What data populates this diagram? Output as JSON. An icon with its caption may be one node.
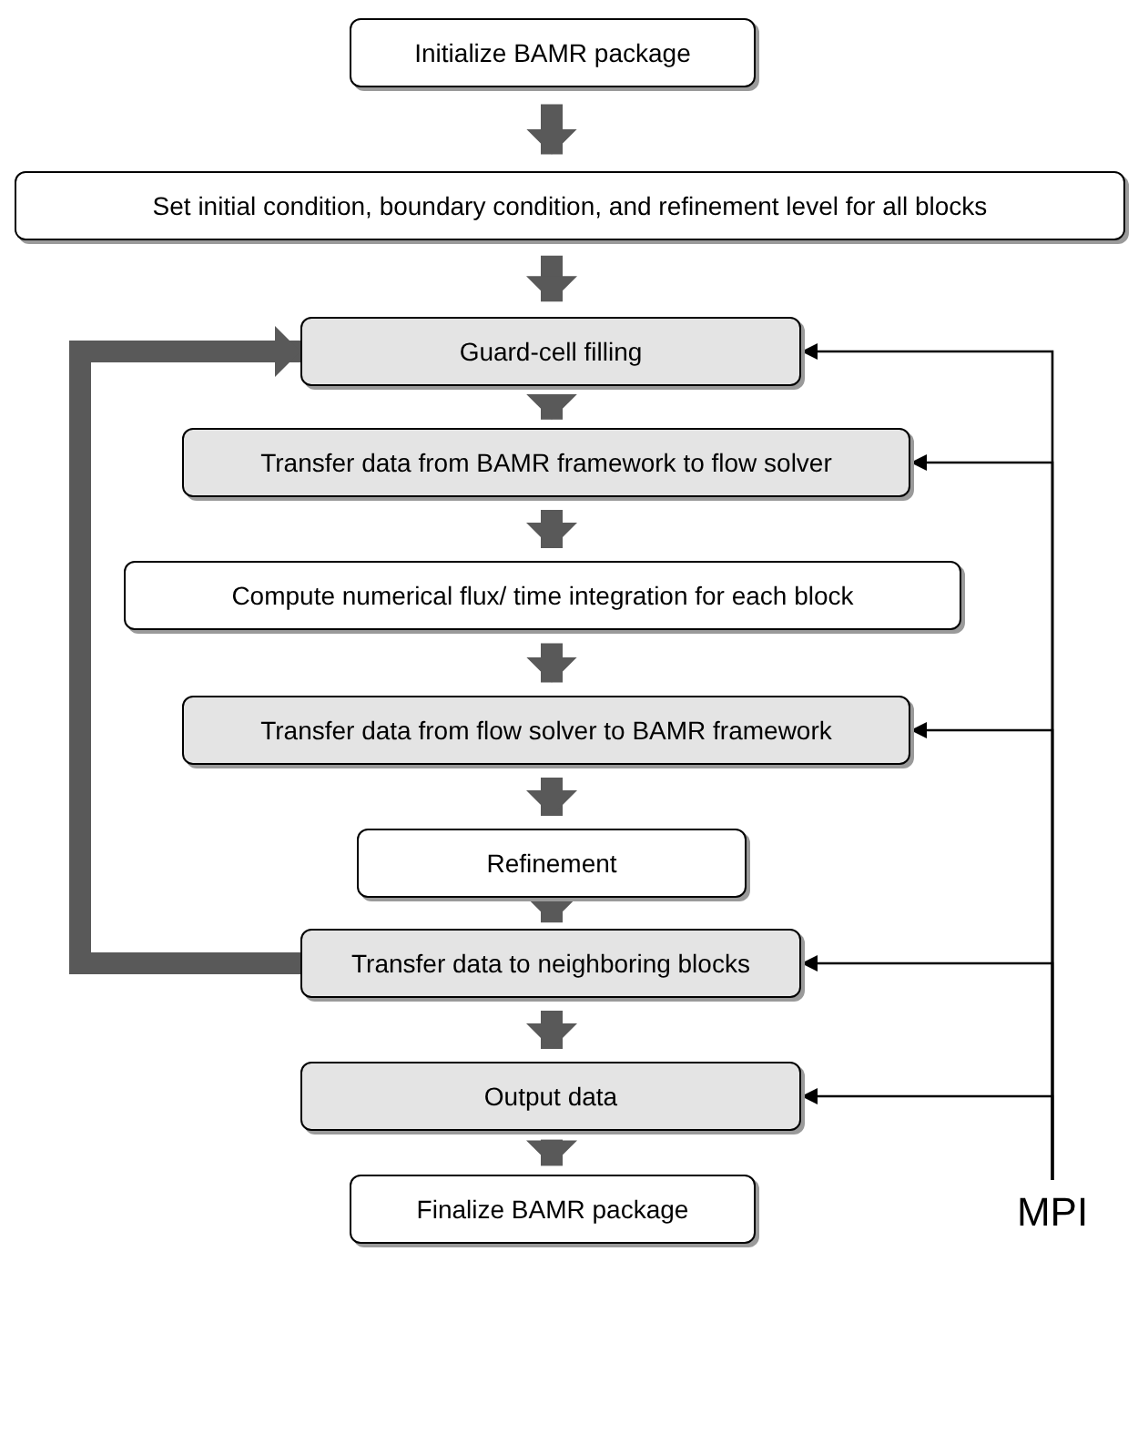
{
  "diagram": {
    "nodes": [
      {
        "text": [
          "Initialize BAMR package"
        ]
      },
      {
        "text": [
          "Set initial condition, boundary condition, and refinement level for all blocks"
        ]
      },
      {
        "text": [
          "Guard-cell filling"
        ]
      },
      {
        "text": [
          "Transfer data from BAMR framework to flow solver"
        ]
      },
      {
        "text": [
          "Compute numerical flux/ time integration for each block"
        ]
      },
      {
        "text": [
          "Transfer data from flow solver to BAMR framework"
        ]
      },
      {
        "text": [
          "Refinement"
        ]
      },
      {
        "text": [
          "Transfer data to neighboring blocks"
        ]
      },
      {
        "text": [
          "Output data"
        ]
      },
      {
        "text": [
          "Finalize BAMR package"
        ]
      },
      {
        "text": [
          "MPI"
        ]
      }
    ],
    "edges": [
      {
        "from": 0,
        "to": 1,
        "arrow": "to"
      },
      {
        "from": 1,
        "to": 2,
        "arrow": "to"
      },
      {
        "from": 2,
        "to": 3,
        "arrow": "to"
      },
      {
        "from": 3,
        "to": 4,
        "arrow": "to"
      },
      {
        "from": 4,
        "to": 5,
        "arrow": "to"
      },
      {
        "from": 5,
        "to": 6,
        "arrow": "to"
      },
      {
        "from": 6,
        "to": 7,
        "arrow": "to"
      },
      {
        "from": 7,
        "to": 8,
        "arrow": "to"
      },
      {
        "from": 8,
        "to": 9,
        "arrow": "to"
      },
      {
        "from": 7,
        "to": 2,
        "arrow": "to"
      },
      {
        "from": 10,
        "to": 2,
        "arrow": "to",
        "color": "#000000"
      },
      {
        "from": 10,
        "to": 3,
        "arrow": "to",
        "color": "#000000"
      },
      {
        "from": 10,
        "to": 5,
        "arrow": "to",
        "color": "#000000"
      },
      {
        "from": 10,
        "to": 7,
        "arrow": "to",
        "color": "#000000"
      },
      {
        "from": 10,
        "to": 8,
        "arrow": "to",
        "color": "#000000"
      }
    ]
  }
}
